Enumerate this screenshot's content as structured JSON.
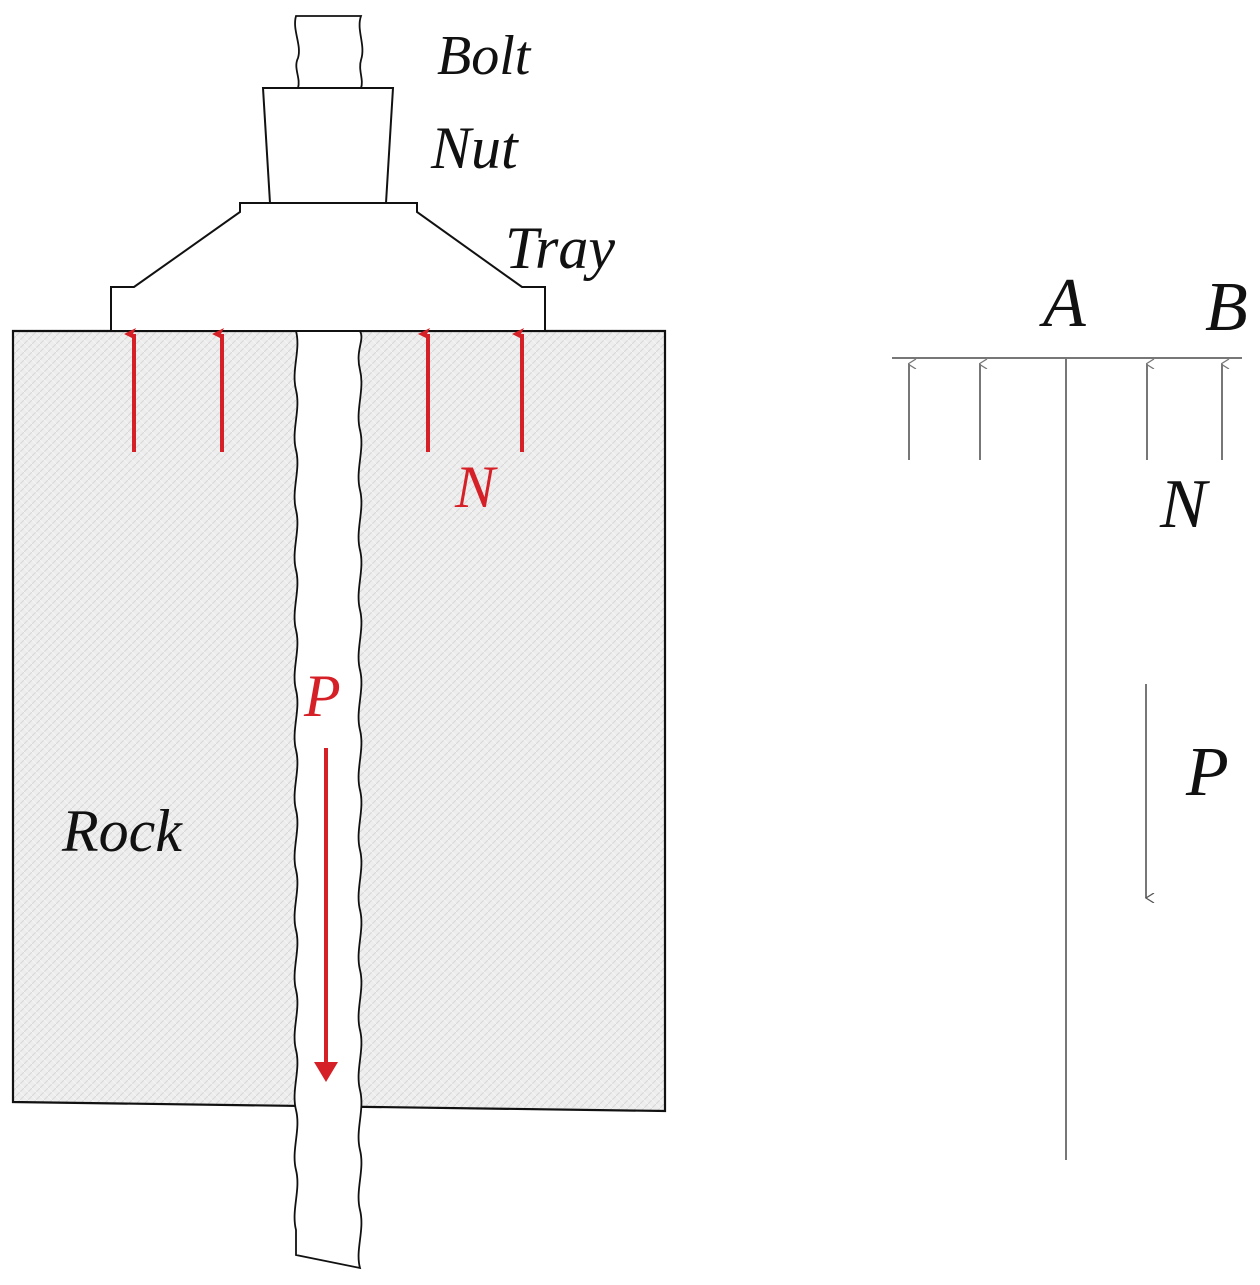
{
  "labels": {
    "bolt": "Bolt",
    "nut": "Nut",
    "tray": "Tray",
    "rock": "Rock",
    "support_force": "N",
    "bolt_force": "P",
    "point_a": "A",
    "point_b": "B",
    "diagram_support_force": "N",
    "diagram_bolt_force": "P"
  },
  "colors": {
    "force": "#d62027",
    "outline": "#111111",
    "diagram_line": "#777777",
    "rock_fill": "#ededed"
  }
}
